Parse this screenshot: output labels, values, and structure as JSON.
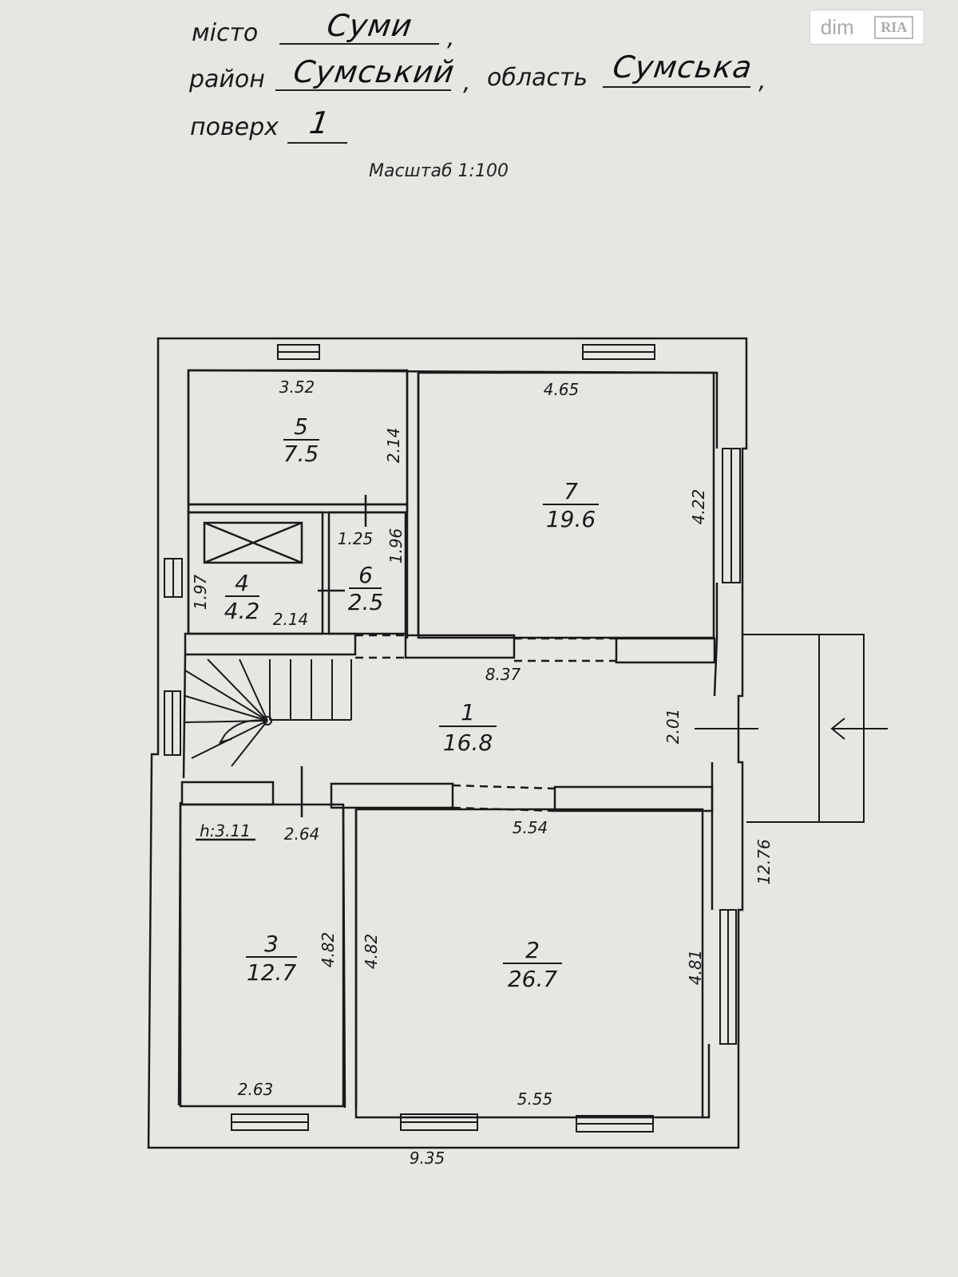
{
  "header": {
    "city_label": "місто",
    "city_value": "Суми",
    "district_label": "район",
    "district_value": "Сумський",
    "region_label": "область",
    "region_value": "Сумська",
    "floor_label": "поверх",
    "floor_value": "1",
    "comma": ",",
    "scale": "Масштаб 1:100"
  },
  "watermark": {
    "dim": "dim",
    "ria": "RIA"
  },
  "plan": {
    "rooms": [
      {
        "number": "1",
        "area": "16.8"
      },
      {
        "number": "2",
        "area": "26.7"
      },
      {
        "number": "3",
        "area": "12.7"
      },
      {
        "number": "4",
        "area": "4.2"
      },
      {
        "number": "5",
        "area": "7.5"
      },
      {
        "number": "6",
        "area": "2.5"
      },
      {
        "number": "7",
        "area": "19.6"
      }
    ],
    "dimensions": {
      "d_3_52": "3.52",
      "d_4_65": "4.65",
      "d_2_14_a": "2.14",
      "d_4_22": "4.22",
      "d_1_25": "1.25",
      "d_1_96": "1.96",
      "d_1_97": "1.97",
      "d_2_14_b": "2.14",
      "d_8_37": "8.37",
      "d_2_01": "2.01",
      "d_2_64": "2.64",
      "d_5_54": "5.54",
      "d_12_76": "12.76",
      "d_4_82_a": "4.82",
      "d_4_82_b": "4.82",
      "d_4_81": "4.81",
      "d_2_63": "2.63",
      "d_5_55": "5.55",
      "d_9_35": "9.35"
    },
    "height_label": "h:3.11"
  }
}
